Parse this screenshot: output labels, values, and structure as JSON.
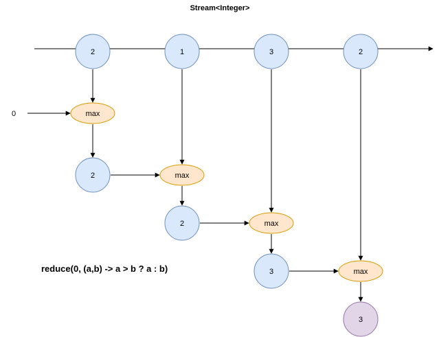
{
  "title": "Stream<Integer>",
  "initial_value": "0",
  "formula": "reduce(0, (a,b) -> a > b ? a : b)",
  "colors": {
    "stream_fill": "#dae8fc",
    "stream_stroke": "#6c8ebf",
    "op_fill": "#ffe6cc",
    "op_stroke": "#d79b00",
    "result_fill": "#e1d5e7",
    "result_stroke": "#9673a6",
    "line": "#000000"
  },
  "stream": [
    "2",
    "1",
    "3",
    "2"
  ],
  "operations": [
    "max",
    "max",
    "max",
    "max"
  ],
  "accumulators": [
    "2",
    "2",
    "3"
  ],
  "result": "3"
}
